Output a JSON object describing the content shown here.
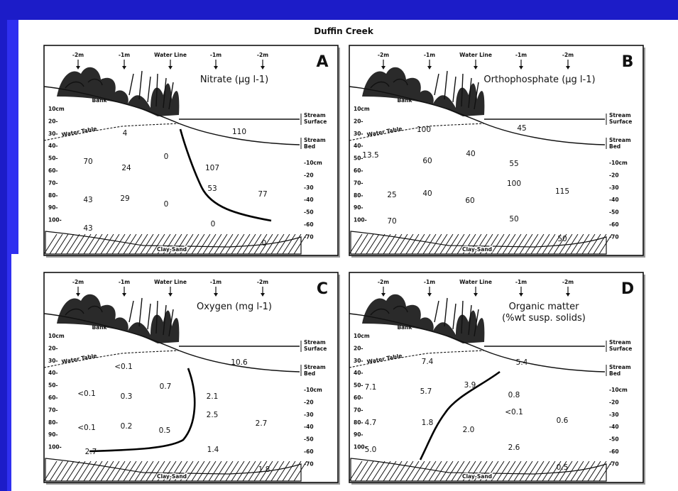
{
  "figure_title": "Duffin Creek",
  "colors": {
    "slide_blue": "#1c1cc8",
    "border_blue": "#2f2ff0",
    "ink": "#111111",
    "paper": "#ffffff"
  },
  "common": {
    "positions": [
      "-2m",
      "-1m",
      "Water Line",
      "-1m",
      "-2m"
    ],
    "bank": "Bank",
    "water_table": "Water Table",
    "stream_surface": [
      "Stream",
      "Surface"
    ],
    "stream_bed": [
      "Stream",
      "Bed"
    ],
    "clay_sand": "Clay-Sand",
    "left_depths": [
      "10cm",
      "20-",
      "30-",
      "40-",
      "50-",
      "60-",
      "70-",
      "80-",
      "90-",
      "100-"
    ],
    "right_depths": [
      "-10cm",
      "-20",
      "-30",
      "-40",
      "-50",
      "-60",
      "-70"
    ]
  },
  "panels": [
    {
      "letter": "A",
      "title": [
        "Nitrate (µg l-1)"
      ],
      "values": [
        "4",
        "110",
        "70",
        "24",
        "0",
        "107",
        "53",
        "77",
        "43",
        "29",
        "0",
        "43",
        "0",
        "0"
      ]
    },
    {
      "letter": "B",
      "title": [
        "Orthophosphate (µg l-1)"
      ],
      "values": [
        "100",
        "45",
        "13.5",
        "60",
        "40",
        "55",
        "100",
        "25",
        "40",
        "60",
        "115",
        "70",
        "50",
        "50"
      ]
    },
    {
      "letter": "C",
      "title": [
        "Oxygen (mg l-1)"
      ],
      "values": [
        "<0.1",
        "10.6",
        "<0.1",
        "0.3",
        "0.7",
        "2.1",
        "2.5",
        "<0.1",
        "0.2",
        "0.5",
        "2.7",
        "2.7",
        "1.4",
        "1.8"
      ]
    },
    {
      "letter": "D",
      "title": [
        "Organic matter",
        "(%wt susp. solids)"
      ],
      "values": [
        "7.4",
        "5.4",
        "7.1",
        "5.7",
        "3.9",
        "0.8",
        "<0.1",
        "4.7",
        "1.8",
        "2.0",
        "0.6",
        "5.0",
        "2.6",
        "0.5"
      ]
    }
  ]
}
